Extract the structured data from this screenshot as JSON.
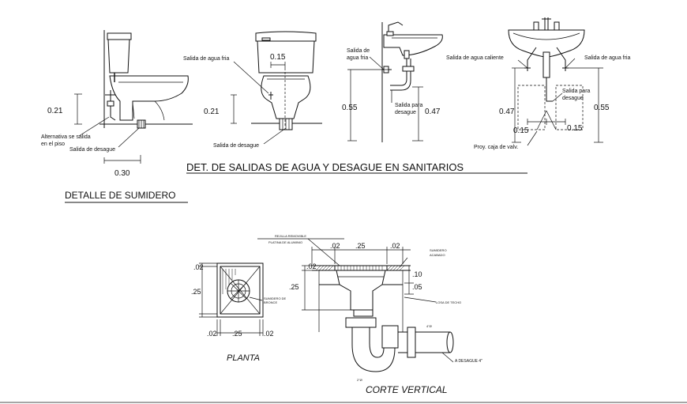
{
  "main_title": "DET. DE SALIDAS DE AGUA Y DESAGUE EN SANITARIOS",
  "sumidero_title": "DETALLE DE SUMIDERO",
  "toilet_side": {
    "dim_height": "0.21",
    "dim_width": "0.30",
    "label_alt_1": "Alternativa se salida",
    "label_alt_2": "en el piso",
    "label_desague": "Salida de desague"
  },
  "toilet_front": {
    "label_agua_fria": "Salida de agua fria",
    "dim_offset": "0.15",
    "dim_height": "0.21",
    "label_desague": "Salida de desague"
  },
  "sink_side": {
    "label_fria_1": "Salida de",
    "label_fria_2": "agua fria",
    "dim_height": "0.55",
    "label_desague_1": "Salida para",
    "label_desague_2": "desague",
    "dim_desague": "0.47"
  },
  "sink_front": {
    "label_caliente": "Salida de agua caliente",
    "label_fria": "Salida de agua fria",
    "label_desague_1": "Salida para",
    "label_desague_2": "desague",
    "dim_left": "0.47",
    "dim_right": "0.55",
    "dim_sep_left": "0.15",
    "dim_sep_right": "0.15",
    "label_caja": "Proy. caja de valv."
  },
  "planta": {
    "caption": "PLANTA",
    "dim_top": ".02",
    "dim_side": ".25",
    "dim_bottom_left": ".02",
    "dim_bottom_mid": ".25",
    "dim_bottom_right": ".02",
    "label_rejilla": "SUMIDERO DE",
    "label_rejilla_2": "BRONCE"
  },
  "corte": {
    "caption": "CORTE VERTICAL",
    "dim_top_left": ".02",
    "dim_top_mid": ".25",
    "dim_top_right": ".02",
    "dim_side": ".25",
    "dim_left_top": ".02",
    "dim_right_1": ".10",
    "dim_right_2": ".05",
    "label_rejilla_1": "REJILLA REMOVIBLE",
    "label_rejilla_2": "PLATINA DE ALUMINIO",
    "label_sumidero_1": "SUMIDERO",
    "label_sumidero_2": "ACABADO",
    "label_losa": "LOSA DE TECHO",
    "label_pipe": "4\"Ø",
    "label_desague": "A DESAGUE 4\"",
    "label_trap": "2\"Ø"
  }
}
